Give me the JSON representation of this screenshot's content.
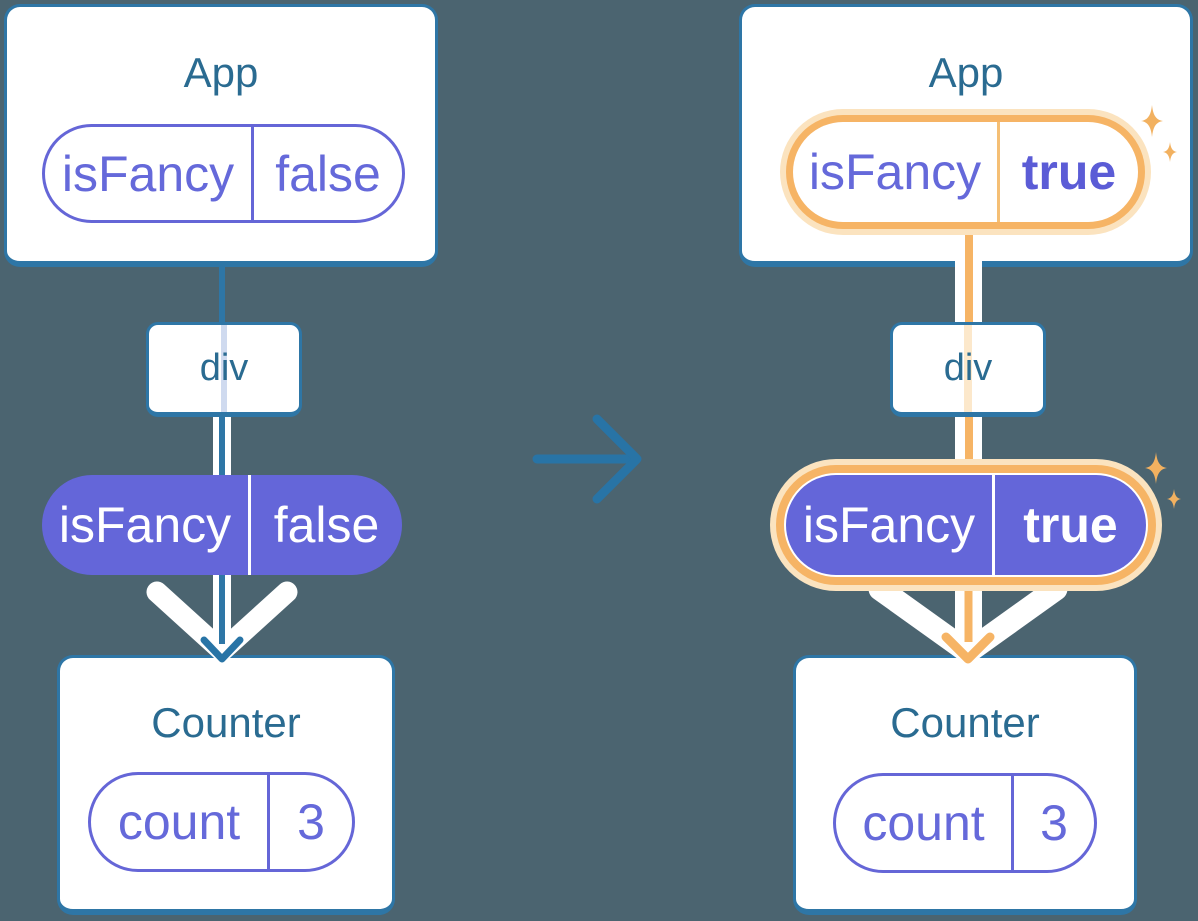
{
  "colors": {
    "background": "#4b6470",
    "card_background": "#ffffff",
    "card_border_blue": "#2e76a6",
    "title_text_blue": "#2a6b91",
    "purple_fill": "#6466d9",
    "purple_outline": "#6566d7",
    "purple_text": "#6569da",
    "purple_text_bold": "#5b5cd6",
    "orange_highlight": "#f6b465",
    "orange_halo": "#fbe3bf",
    "orange_faint_line": "#fce8cb",
    "lavender_faint_line": "#cfdaef",
    "white_pipe": "#ffffff",
    "transition_arrow_blue": "#2874a6"
  },
  "left": {
    "app_title": "App",
    "app_prop": {
      "name": "isFancy",
      "value": "false"
    },
    "div_label": "div",
    "passed_prop": {
      "name": "isFancy",
      "value": "false"
    },
    "counter_title": "Counter",
    "counter_state": {
      "name": "count",
      "value": "3"
    }
  },
  "right": {
    "app_title": "App",
    "app_prop": {
      "name": "isFancy",
      "value": "true"
    },
    "div_label": "div",
    "passed_prop": {
      "name": "isFancy",
      "value": "true"
    },
    "counter_title": "Counter",
    "counter_state": {
      "name": "count",
      "value": "3"
    }
  },
  "icons": {
    "transition_arrow": "right-arrow",
    "sparkles": "four-point-sparkles"
  }
}
